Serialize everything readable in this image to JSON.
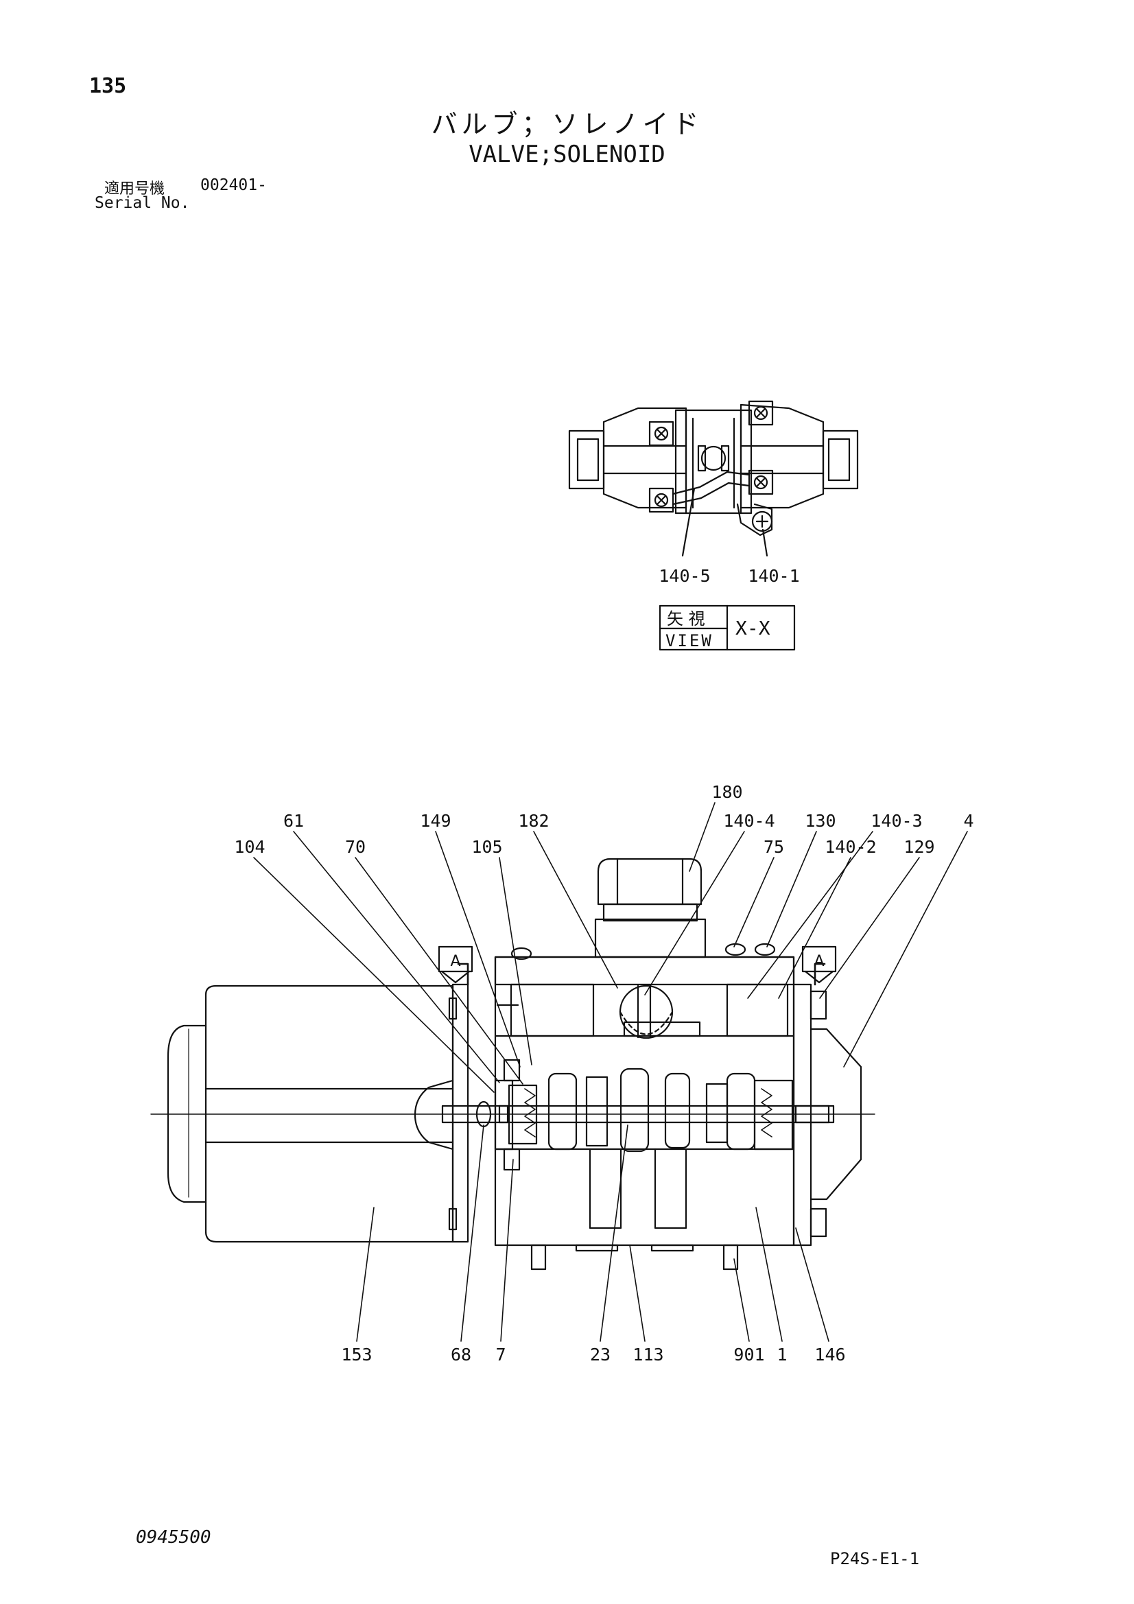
{
  "page_number": "135",
  "title": {
    "japanese": "バルブ；ソレノイド",
    "english": "VALVE;SOLENOID"
  },
  "serial": {
    "label_jp": "適用号機",
    "value": "002401-",
    "label_en": "Serial No."
  },
  "view": {
    "label_jp": "矢 視",
    "label_en": "VIEW",
    "name": "X-X",
    "callouts": [
      "140-5",
      "140-1"
    ]
  },
  "section_markers": [
    "A",
    "A"
  ],
  "callouts": {
    "top": [
      "180",
      "61",
      "149",
      "182",
      "140-4",
      "130",
      "140-3",
      "4",
      "104",
      "70",
      "105",
      "75",
      "140-2",
      "129"
    ],
    "bottom": [
      "153",
      "68",
      "7",
      "23",
      "113",
      "901",
      "1",
      "146"
    ]
  },
  "document_number": "0945500",
  "sheet_id": "P24S-E1-1"
}
